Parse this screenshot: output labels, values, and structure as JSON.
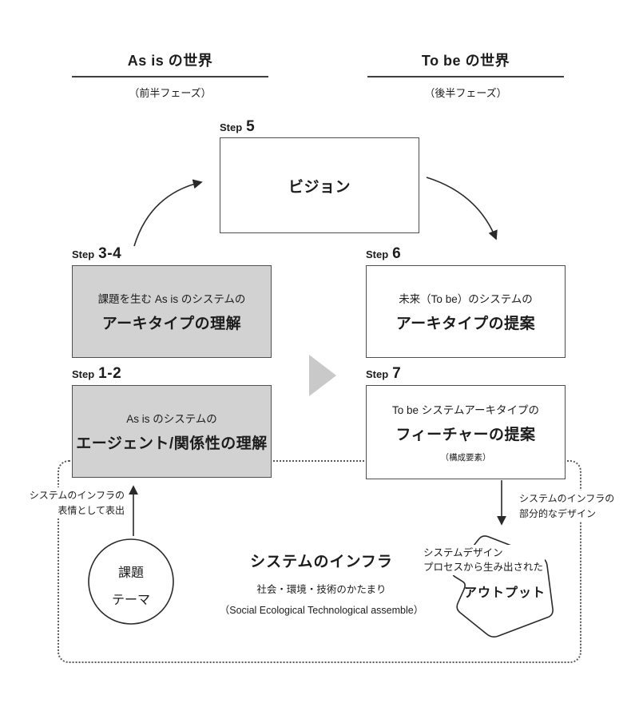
{
  "headers": {
    "left": {
      "title": "As is の世界",
      "subtitle": "（前半フェーズ）"
    },
    "right": {
      "title": "To be の世界",
      "subtitle": "（後半フェーズ）"
    }
  },
  "steps": {
    "step5": {
      "prefix": "Step",
      "num": "5",
      "line2": "ビジョン"
    },
    "step34": {
      "prefix": "Step",
      "num": "3-4",
      "line1": "課題を生む As is のシステムの",
      "line2": "アーキタイプの理解"
    },
    "step12": {
      "prefix": "Step",
      "num": "1-2",
      "line1": "As is のシステムの",
      "line2": "エージェント/関係性の理解"
    },
    "step6": {
      "prefix": "Step",
      "num": "6",
      "line1": "未来（To be）のシステムの",
      "line2": "アーキタイプの提案"
    },
    "step7": {
      "prefix": "Step",
      "num": "7",
      "line1": "To be システムアーキタイプの",
      "line2": "フィーチャーの提案",
      "line3": "（構成要素）"
    }
  },
  "annotations": {
    "left_line1": "システムのインフラの",
    "left_line2": "表情として表出",
    "right_line1": "システムのインフラの",
    "right_line2": "部分的なデザイン"
  },
  "circle": {
    "line1": "課題",
    "line2": "テーマ"
  },
  "infra": {
    "title": "システムのインフラ",
    "subtitle": "社会・環境・技術のかたまり",
    "subtitle_en": "（Social Ecological Technological assemble）"
  },
  "output_shape": {
    "caption_line1": "システムデザイン",
    "caption_line2": "プロセスから生み出された",
    "label": "アウトプット"
  },
  "icons": {
    "curved_arrow_left": "curved-arrow-up-right-icon",
    "curved_arrow_right": "curved-arrow-down-right-icon",
    "up_arrow": "arrow-up-icon",
    "down_arrow": "arrow-down-icon",
    "triangle": "play-triangle-icon"
  },
  "colors": {
    "text": "#1c1c1c",
    "box_border": "#4f4f4f",
    "box_gray": "#d2d2d2",
    "arrow": "#2a2a2a",
    "triangle": "#c9c9c9",
    "dotted": "#5a5a5a",
    "rule": "#3f3f3f"
  }
}
